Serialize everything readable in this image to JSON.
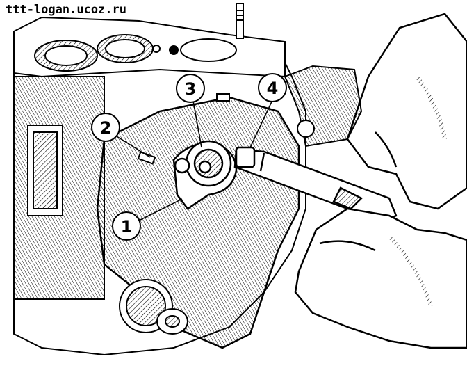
{
  "watermark": "ttt-logan.ucoz.ru",
  "callouts": [
    {
      "label": "1"
    },
    {
      "label": "2"
    },
    {
      "label": "3"
    },
    {
      "label": "4"
    }
  ],
  "colors": {
    "ink": "#000000",
    "paper": "#ffffff"
  }
}
